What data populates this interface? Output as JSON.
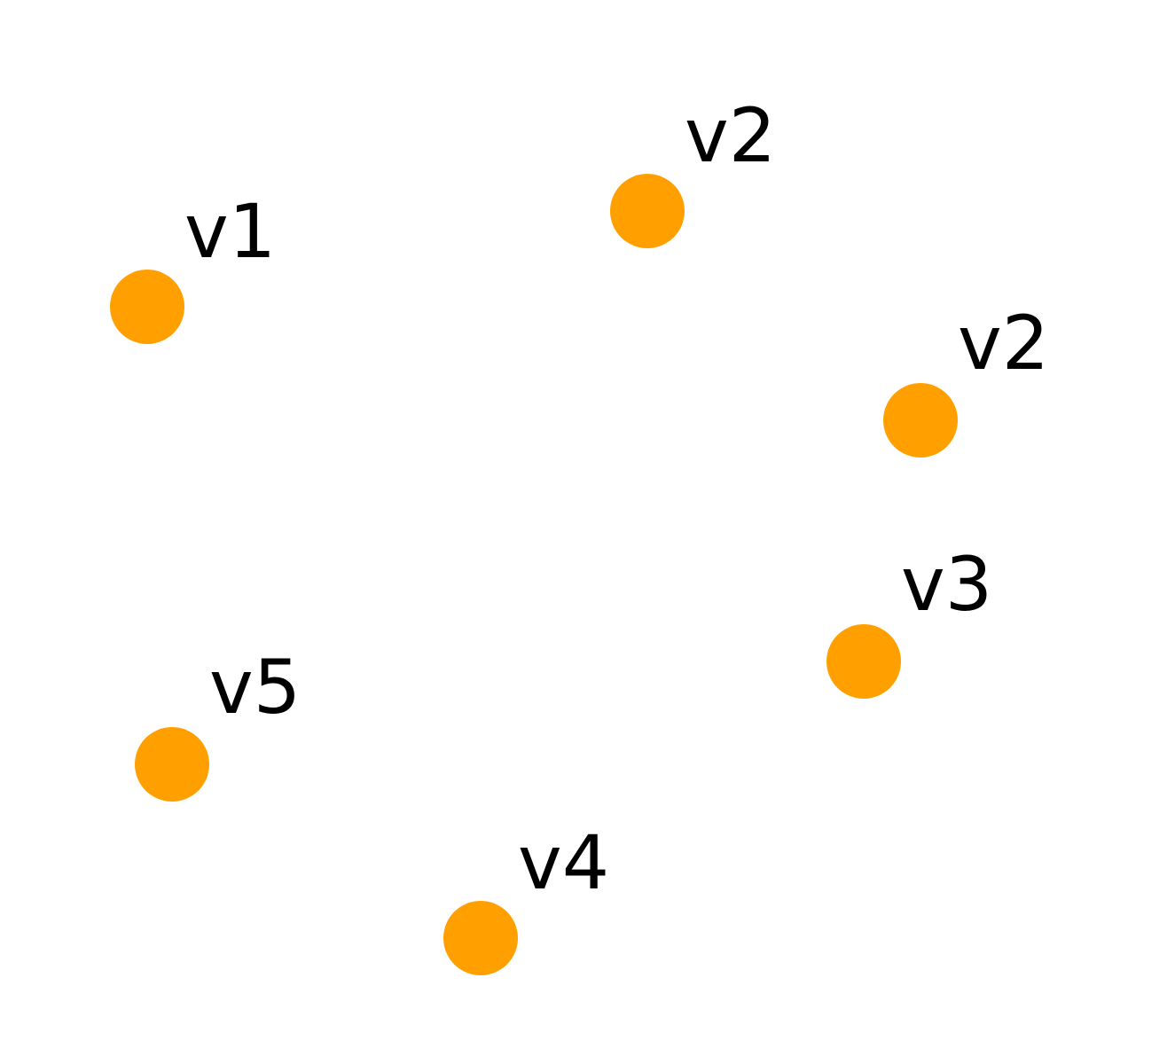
{
  "diagram": {
    "node_color": "#ff9f00",
    "label_color": "#000000",
    "background": "#ffffff",
    "nodes": [
      {
        "id": "n1",
        "label": "v1"
      },
      {
        "id": "n2",
        "label": "v2"
      },
      {
        "id": "n3",
        "label": "v2"
      },
      {
        "id": "n4",
        "label": "v3"
      },
      {
        "id": "n5",
        "label": "v4"
      },
      {
        "id": "n6",
        "label": "v5"
      }
    ]
  }
}
